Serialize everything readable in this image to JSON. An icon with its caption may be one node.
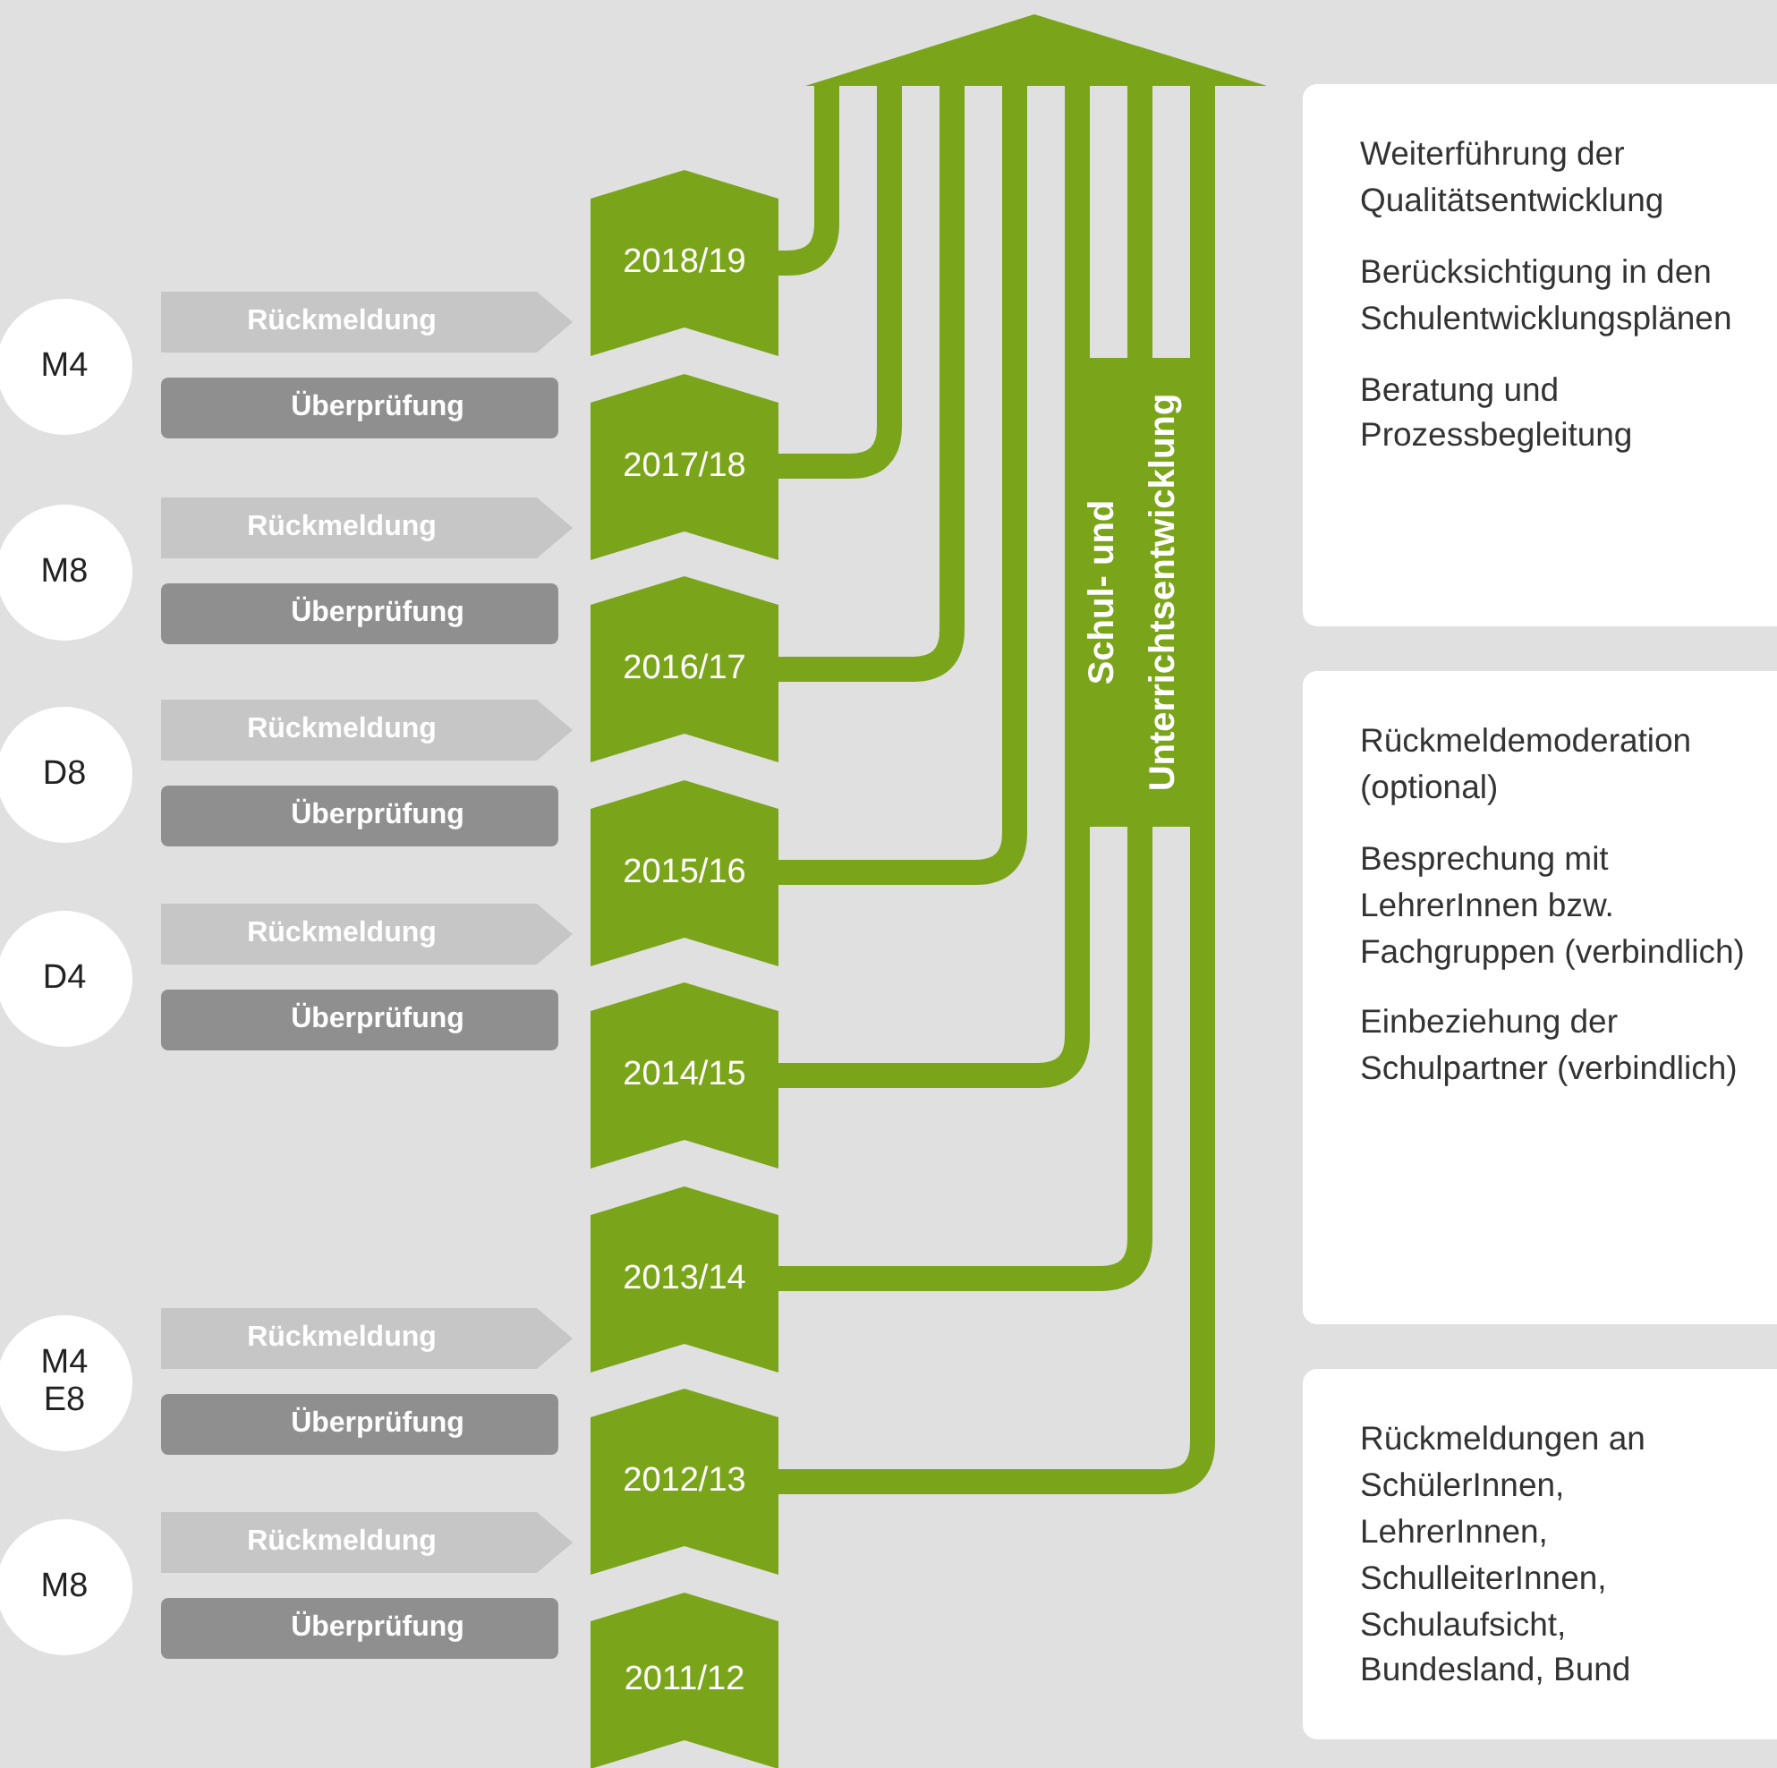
{
  "diagram": {
    "nodes": [
      {
        "text": [],
        "shape": "arrow"
      },
      {
        "text": [
          "2018/19"
        ]
      },
      {
        "text": [
          "2017/18"
        ]
      },
      {
        "text": [
          "2016/17"
        ]
      },
      {
        "text": [
          "2015/16"
        ]
      },
      {
        "text": [
          "2014/15"
        ]
      },
      {
        "text": [
          "2013/14"
        ]
      },
      {
        "text": [
          "2012/13"
        ]
      },
      {
        "text": [
          "2011/12"
        ]
      },
      {
        "text": [
          "M4"
        ]
      },
      {
        "text": [
          "M8"
        ]
      },
      {
        "text": [
          "D8"
        ]
      },
      {
        "text": [
          "D4"
        ]
      },
      {
        "text": [
          "M4 E8"
        ]
      },
      {
        "text": [
          "M8"
        ]
      },
      {
        "text": [
          "Rückmeldung"
        ]
      },
      {
        "text": [
          "Rückmeldung"
        ]
      },
      {
        "text": [
          "Rückmeldung"
        ]
      },
      {
        "text": [
          "Rückmeldung"
        ]
      },
      {
        "text": [
          "Rückmeldung"
        ]
      },
      {
        "text": [
          "Rückmeldung"
        ]
      },
      {
        "text": [
          "Überprüfung"
        ]
      },
      {
        "text": [
          "Überprüfung"
        ]
      },
      {
        "text": [
          "Überprüfung"
        ]
      },
      {
        "text": [
          "Überprüfung"
        ]
      },
      {
        "text": [
          "Überprüfung"
        ]
      },
      {
        "text": [
          "Überprüfung"
        ]
      },
      {
        "text": [
          "Weiterführung der Qualitätsentwicklung",
          "Berücksichtigung in den Schulentwicklungsplänen",
          "Beratung und Prozessbegleitung"
        ]
      },
      {
        "text": [
          "Rückmeldemoderation (optional)",
          "Besprechung mit LehrerInnen bzw. Fachgruppen (verbindlich)",
          "Einbeziehung der Schulpartner (verbindlich)"
        ]
      },
      {
        "text": [
          "Rückmeldungen an SchülerInnen, LehrerInnen, SchulleiterInnen, Schulaufsicht, Bundesland, Bund"
        ]
      }
    ],
    "edges": [
      {
        "from": 1,
        "to": 0,
        "arrow": "none"
      },
      {
        "from": 2,
        "to": 0,
        "arrow": "none"
      },
      {
        "from": 3,
        "to": 0,
        "arrow": "none"
      },
      {
        "from": 4,
        "to": 0,
        "arrow": "none"
      },
      {
        "from": 5,
        "to": 0,
        "arrow": "none"
      },
      {
        "from": 6,
        "to": 0,
        "arrow": "none"
      },
      {
        "from": 7,
        "to": 0,
        "arrow": "none"
      }
    ],
    "labels": [
      "Schul- und Unterrichtsentwicklung"
    ]
  }
}
